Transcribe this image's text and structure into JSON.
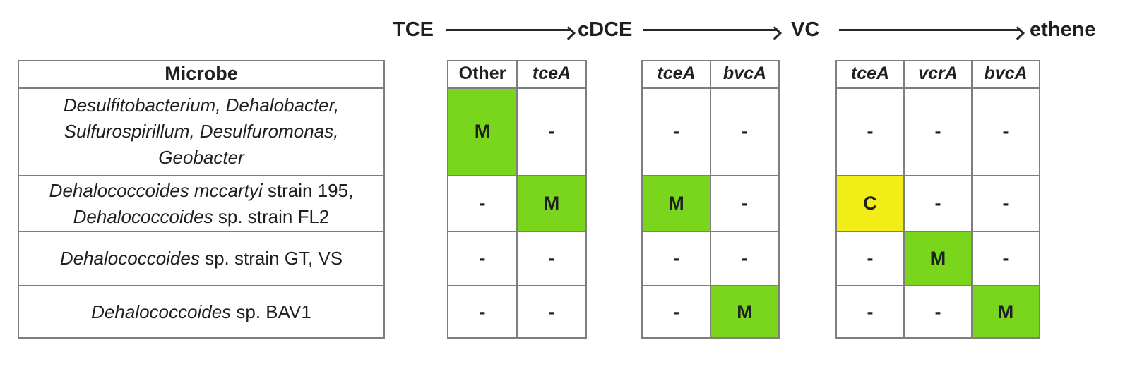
{
  "pathway": {
    "compounds": [
      "TCE",
      "cDCE",
      "VC",
      "ethene"
    ]
  },
  "colors": {
    "green": "#79d61d",
    "yellow": "#f1ed16"
  },
  "microbe_table": {
    "header": "Microbe",
    "rows": [
      {
        "lines": [
          [
            {
              "text": "Desulfitobacterium, Dehalobacter,",
              "italic": true
            }
          ],
          [
            {
              "text": "Sulfurospirillum, Desulfuromonas,",
              "italic": true
            }
          ],
          [
            {
              "text": "Geobacter",
              "italic": true
            }
          ]
        ]
      },
      {
        "lines": [
          [
            {
              "text": "Dehalococcoides mccartyi",
              "italic": true
            },
            {
              "text": " strain 195,",
              "italic": false
            }
          ],
          [
            {
              "text": "Dehalococcoides",
              "italic": true
            },
            {
              "text": " sp. strain FL2",
              "italic": false
            }
          ]
        ]
      },
      {
        "lines": [
          [
            {
              "text": "Dehalococcoides",
              "italic": true
            },
            {
              "text": " sp. strain GT, VS",
              "italic": false
            }
          ]
        ]
      },
      {
        "lines": [
          [
            {
              "text": "Dehalococcoides",
              "italic": true
            },
            {
              "text": " sp. BAV1",
              "italic": false
            }
          ]
        ]
      }
    ]
  },
  "gene_tables": [
    {
      "columns": [
        {
          "label": "Other",
          "italic": false
        },
        {
          "label": "tceA",
          "italic": true
        }
      ],
      "rows": [
        [
          {
            "value": "M",
            "fill": "green"
          },
          {
            "value": "-",
            "fill": null
          }
        ],
        [
          {
            "value": "-",
            "fill": null
          },
          {
            "value": "M",
            "fill": "green"
          }
        ],
        [
          {
            "value": "-",
            "fill": null
          },
          {
            "value": "-",
            "fill": null
          }
        ],
        [
          {
            "value": "-",
            "fill": null
          },
          {
            "value": "-",
            "fill": null
          }
        ]
      ]
    },
    {
      "columns": [
        {
          "label": "tceA",
          "italic": true
        },
        {
          "label": "bvcA",
          "italic": true
        }
      ],
      "rows": [
        [
          {
            "value": "-",
            "fill": null
          },
          {
            "value": "-",
            "fill": null
          }
        ],
        [
          {
            "value": "M",
            "fill": "green"
          },
          {
            "value": "-",
            "fill": null
          }
        ],
        [
          {
            "value": "-",
            "fill": null
          },
          {
            "value": "-",
            "fill": null
          }
        ],
        [
          {
            "value": "-",
            "fill": null
          },
          {
            "value": "M",
            "fill": "green"
          }
        ]
      ]
    },
    {
      "columns": [
        {
          "label": "tceA",
          "italic": true
        },
        {
          "label": "vcrA",
          "italic": true
        },
        {
          "label": "bvcA",
          "italic": true
        }
      ],
      "rows": [
        [
          {
            "value": "-",
            "fill": null
          },
          {
            "value": "-",
            "fill": null
          },
          {
            "value": "-",
            "fill": null
          }
        ],
        [
          {
            "value": "C",
            "fill": "yellow"
          },
          {
            "value": "-",
            "fill": null
          },
          {
            "value": "-",
            "fill": null
          }
        ],
        [
          {
            "value": "-",
            "fill": null
          },
          {
            "value": "M",
            "fill": "green"
          },
          {
            "value": "-",
            "fill": null
          }
        ],
        [
          {
            "value": "-",
            "fill": null
          },
          {
            "value": "-",
            "fill": null
          },
          {
            "value": "M",
            "fill": "green"
          }
        ]
      ]
    }
  ]
}
